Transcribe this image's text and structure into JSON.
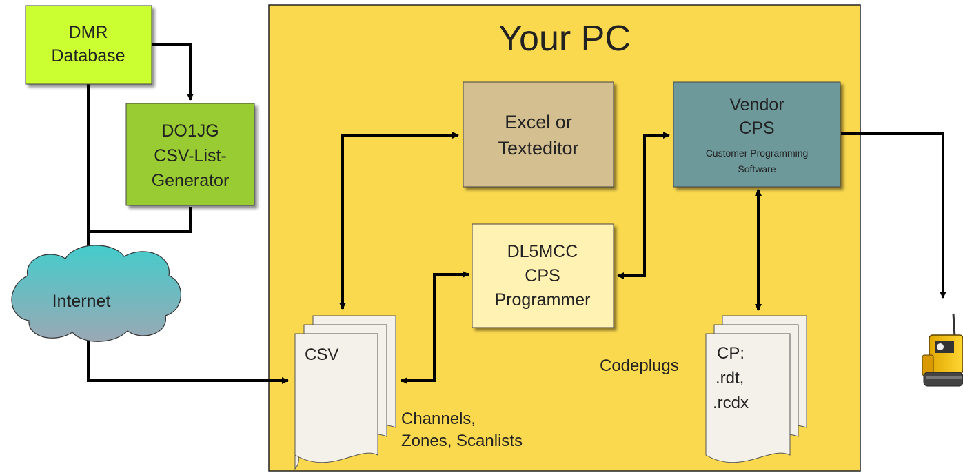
{
  "pc_title": "Your PC",
  "dmr_database": {
    "line1": "DMR",
    "line2": "Database"
  },
  "generator": {
    "line1": "DO1JG",
    "line2": "CSV-List-",
    "line3": "Generator"
  },
  "internet": "Internet",
  "excel": {
    "line1": "Excel or",
    "line2": "Texteditor"
  },
  "vendor": {
    "line1": "Vendor",
    "line2": "CPS",
    "line3": "Customer Programming",
    "line4": "Software"
  },
  "programmer": {
    "line1": "DL5MCC",
    "line2": "CPS",
    "line3": "Programmer"
  },
  "csv": {
    "label": "CSV",
    "caption1": "Channels,",
    "caption2": "Zones, Scanlists"
  },
  "codeplugs": {
    "label": "Codeplugs",
    "line1": "CP:",
    "line2": ".rdt,",
    "line3": ".rcdx"
  },
  "colors": {
    "pc_background": "#fad94e",
    "dmr_database": "#ccff33",
    "generator": "#99cc33",
    "excel": "#d4bf91",
    "vendor": "#6e999b",
    "programmer": "#fff2b3",
    "document": "#f4f1ea",
    "cloud_top": "#44cccc",
    "cloud_bottom": "#9aa8b4"
  }
}
